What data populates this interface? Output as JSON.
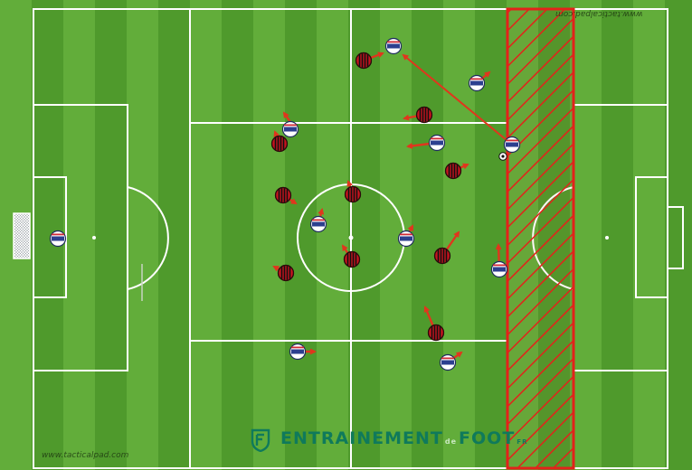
{
  "watermark": {
    "bottom": "www.tacticalpad.com",
    "top": "www.tacticalpad.com"
  },
  "brand": {
    "part1": "ENTRAINEMENT",
    "connector": "de",
    "part2": "FOOT",
    "suffix": "FR"
  },
  "colors": {
    "pitch_dark": "#4f9a2c",
    "pitch_light": "#62ad3a",
    "lines": "#ffffff",
    "zone": "#e3221a",
    "arrow": "#e0361d",
    "team_a": "#c6141e",
    "team_b": "#2c3f8f"
  },
  "icons": {
    "team_a": "red-black-striped-shirt-icon",
    "team_b": "blue-white-shirt-icon",
    "goalkeeper": "blue-white-goalkeeper-icon",
    "ball": "football-icon",
    "goal": "goal-net-icon"
  }
}
